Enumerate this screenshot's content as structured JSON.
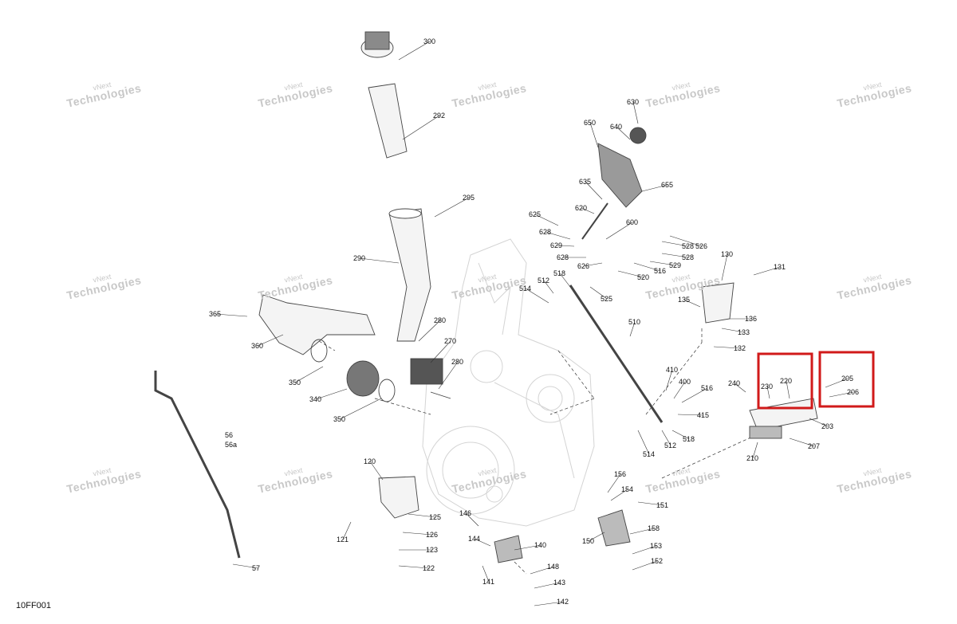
{
  "watermark": {
    "line1": "vNext",
    "line2": "Technologies"
  },
  "figure_code": "10FF001",
  "highlight_color": "#d11a1a",
  "part_labels": [
    "300",
    "292",
    "295",
    "290",
    "365",
    "360",
    "350",
    "340",
    "350",
    "280",
    "270",
    "280",
    "56",
    "56a",
    "57",
    "120",
    "125",
    "126",
    "123",
    "122",
    "121",
    "630",
    "640",
    "650",
    "655",
    "635",
    "625",
    "620",
    "600",
    "628",
    "629",
    "628",
    "626",
    "528",
    "526",
    "528",
    "529",
    "516",
    "520",
    "525",
    "514",
    "512",
    "518",
    "510",
    "130",
    "131",
    "135",
    "136",
    "133",
    "132",
    "410",
    "400",
    "516",
    "415",
    "518",
    "514",
    "512",
    "156",
    "154",
    "151",
    "158",
    "153",
    "152",
    "150",
    "146",
    "144",
    "140",
    "148",
    "143",
    "142",
    "141",
    "240",
    "230",
    "220",
    "205",
    "206",
    "203",
    "207",
    "210"
  ]
}
